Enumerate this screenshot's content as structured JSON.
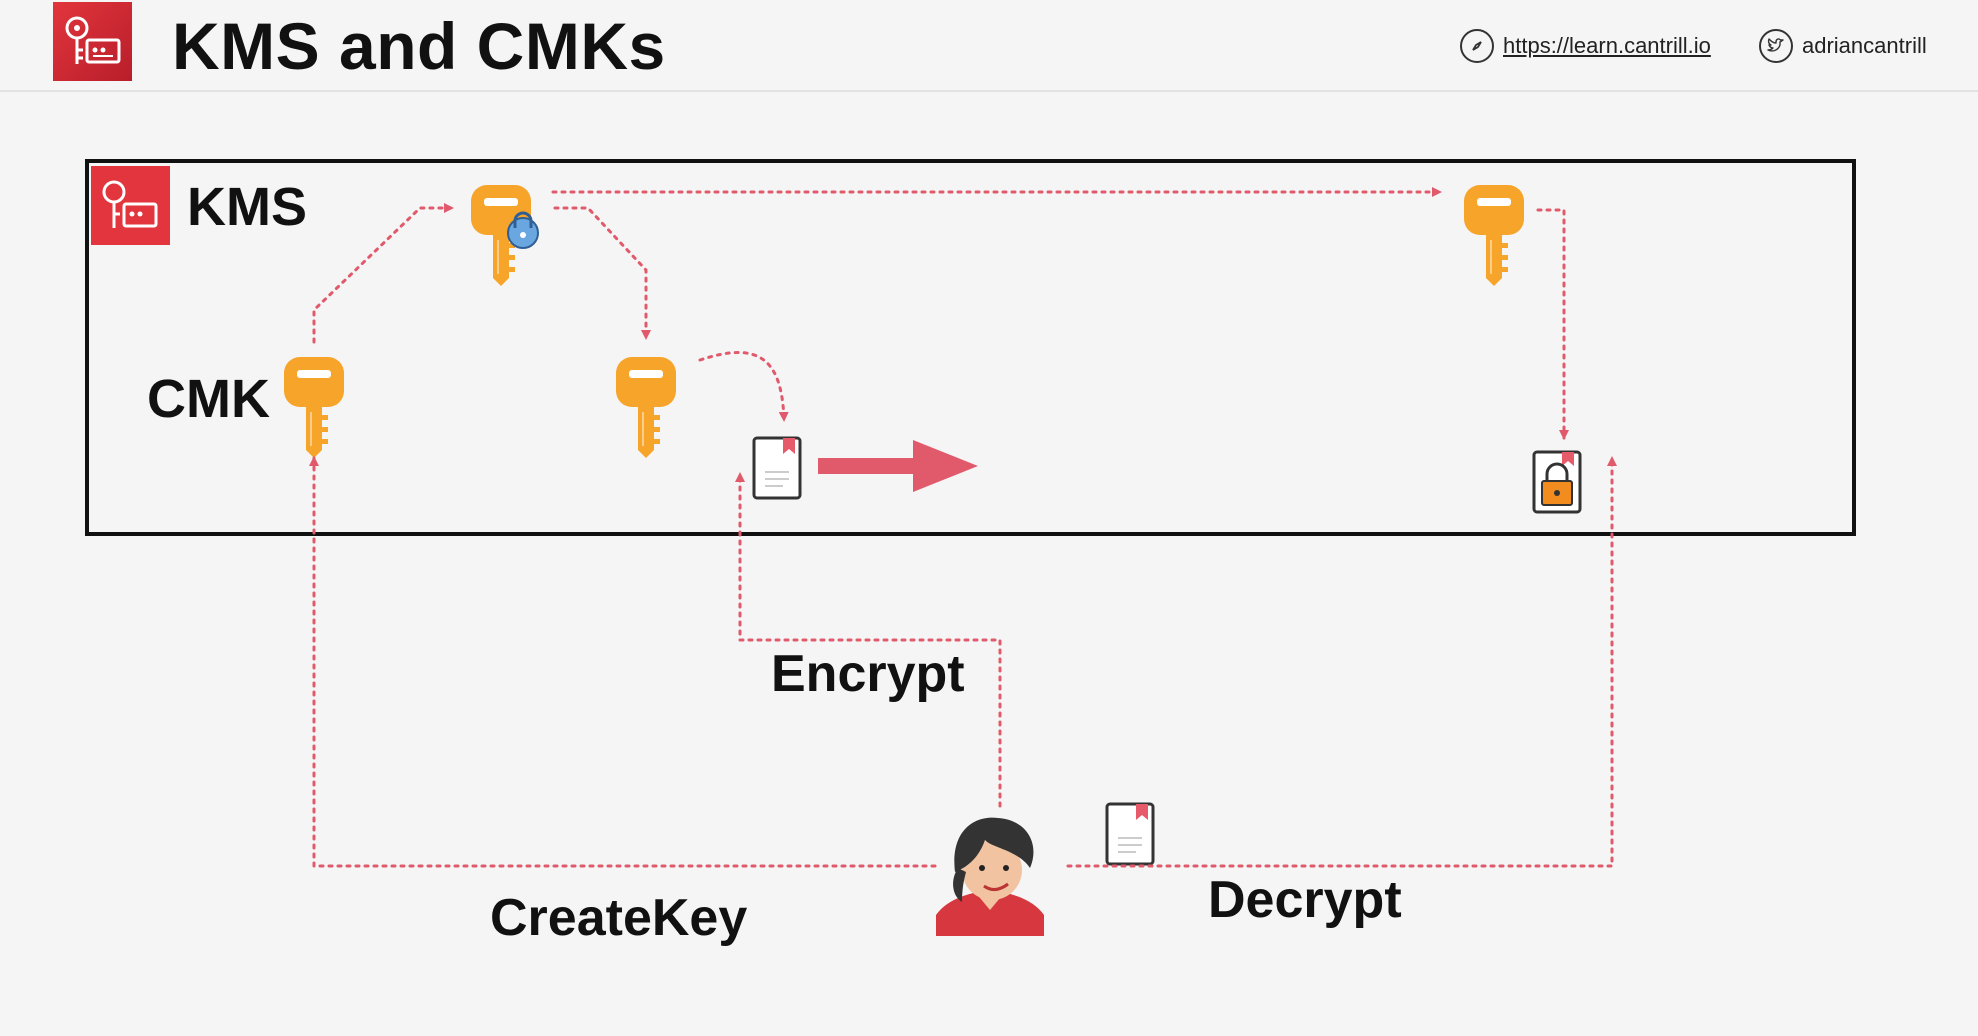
{
  "header": {
    "title": "KMS and CMKs",
    "site_link": "https://learn.cantrill.io",
    "twitter_handle": "adriancantrill",
    "icons": {
      "logo": "kms-key-icon",
      "site": "compass-icon",
      "twitter": "twitter-bird-icon"
    }
  },
  "diagram": {
    "kms_label": "KMS",
    "cmk_label": "CMK",
    "operations": {
      "encrypt": "Encrypt",
      "decrypt": "Decrypt",
      "create_key": "CreateKey"
    }
  },
  "colors": {
    "accent_red": "#e2353d",
    "arrow_pink": "#e05a6b",
    "key_orange": "#f7a42a",
    "lock_blue": "#6aa7e0"
  }
}
